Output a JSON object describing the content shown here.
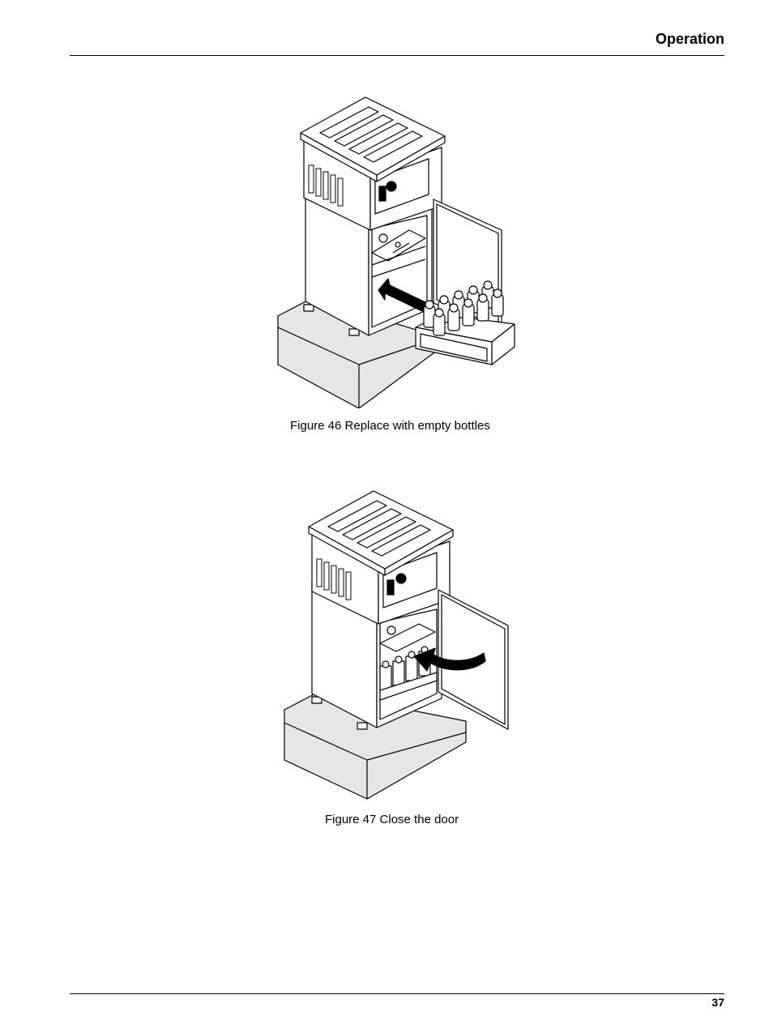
{
  "header": {
    "title": "Operation"
  },
  "figures": [
    {
      "caption": "Figure 46 Replace with empty bottles"
    },
    {
      "caption": "Figure 47 Close the door"
    }
  ],
  "footer": {
    "page_number": "37"
  },
  "colors": {
    "line": "#000000",
    "fill_light": "#e6e6e6",
    "fill_white": "#ffffff"
  }
}
